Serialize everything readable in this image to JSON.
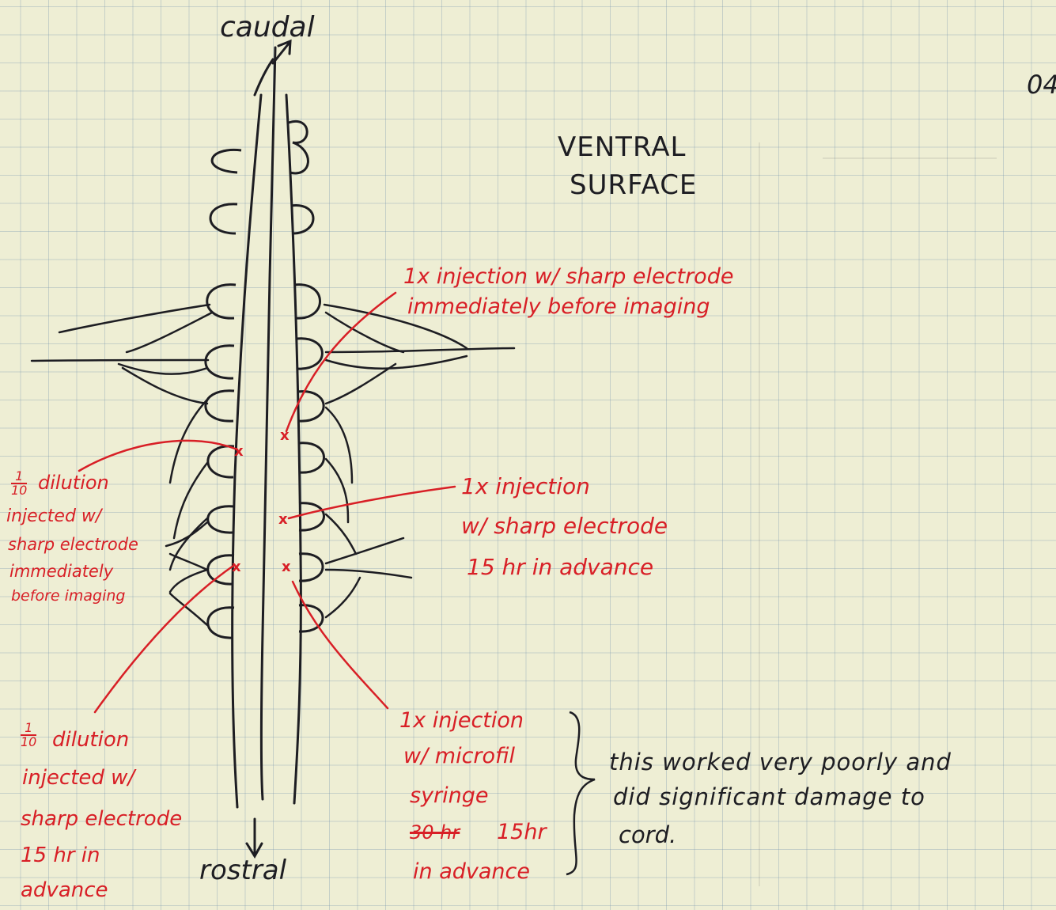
{
  "labels": {
    "top": "caudal",
    "bottom": "rostral",
    "title_line1": "VENTRAL",
    "title_line2": "SURFACE",
    "page_number": "04"
  },
  "annotations": {
    "a1_line1": "1x injection w/ sharp electrode",
    "a1_line2": "immediately before imaging",
    "a2_line1": "1x injection",
    "a2_line2": "w/ sharp electrode",
    "a2_line3": "15 hr in advance",
    "a3_fraction_num": "1",
    "a3_fraction_den": "10",
    "a3_line1": "dilution",
    "a3_line2": "injected w/",
    "a3_line3": "sharp electrode",
    "a3_line4": "immediately",
    "a3_line5": "before imaging",
    "a4_fraction_num": "1",
    "a4_fraction_den": "10",
    "a4_line1": "dilution",
    "a4_line2": "injected w/",
    "a4_line3": "sharp electrode",
    "a4_line4": "15 hr in",
    "a4_line5": "advance",
    "a5_line1": "1x injection",
    "a5_line2": "w/ microfil",
    "a5_line3": "syringe",
    "a5_struck": "30 hr",
    "a5_line4": "15hr",
    "a5_line5": "in advance",
    "comment_line1": "this worked very poorly and",
    "comment_line2": "did significant damage to",
    "comment_line3": "cord."
  },
  "marker": "x",
  "colors": {
    "ink": "#1d1d22",
    "red": "#d81f26",
    "paper": "#eeeed4",
    "grid": "#8aa3b8"
  }
}
